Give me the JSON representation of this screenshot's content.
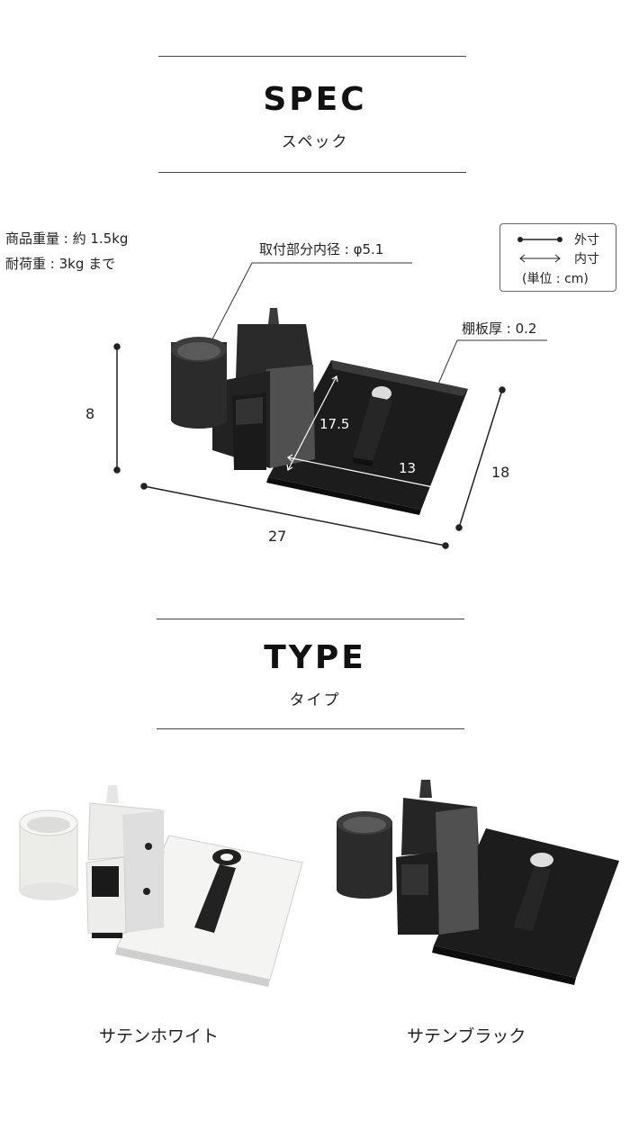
{
  "spec": {
    "title": "SPEC",
    "subtitle": "スペック",
    "weight": "商品重量 : 約 1.5kg",
    "load": "耐荷重 : 3kg まで",
    "inner_diameter": "取付部分内径 : φ5.1",
    "shelf_thickness": "棚板厚 : 0.2",
    "legend": {
      "outer": "外寸",
      "inner": "内寸",
      "unit": "(単位 : cm)"
    },
    "dimensions": {
      "height": "8",
      "width": "27",
      "depth": "18",
      "inner_depth": "17.5",
      "inner_width": "13"
    }
  },
  "type": {
    "title": "TYPE",
    "subtitle": "タイプ",
    "variants": [
      {
        "label": "サテンホワイト",
        "color": "#f2f2f0"
      },
      {
        "label": "サテンブラック",
        "color": "#1e1e1e"
      }
    ]
  }
}
